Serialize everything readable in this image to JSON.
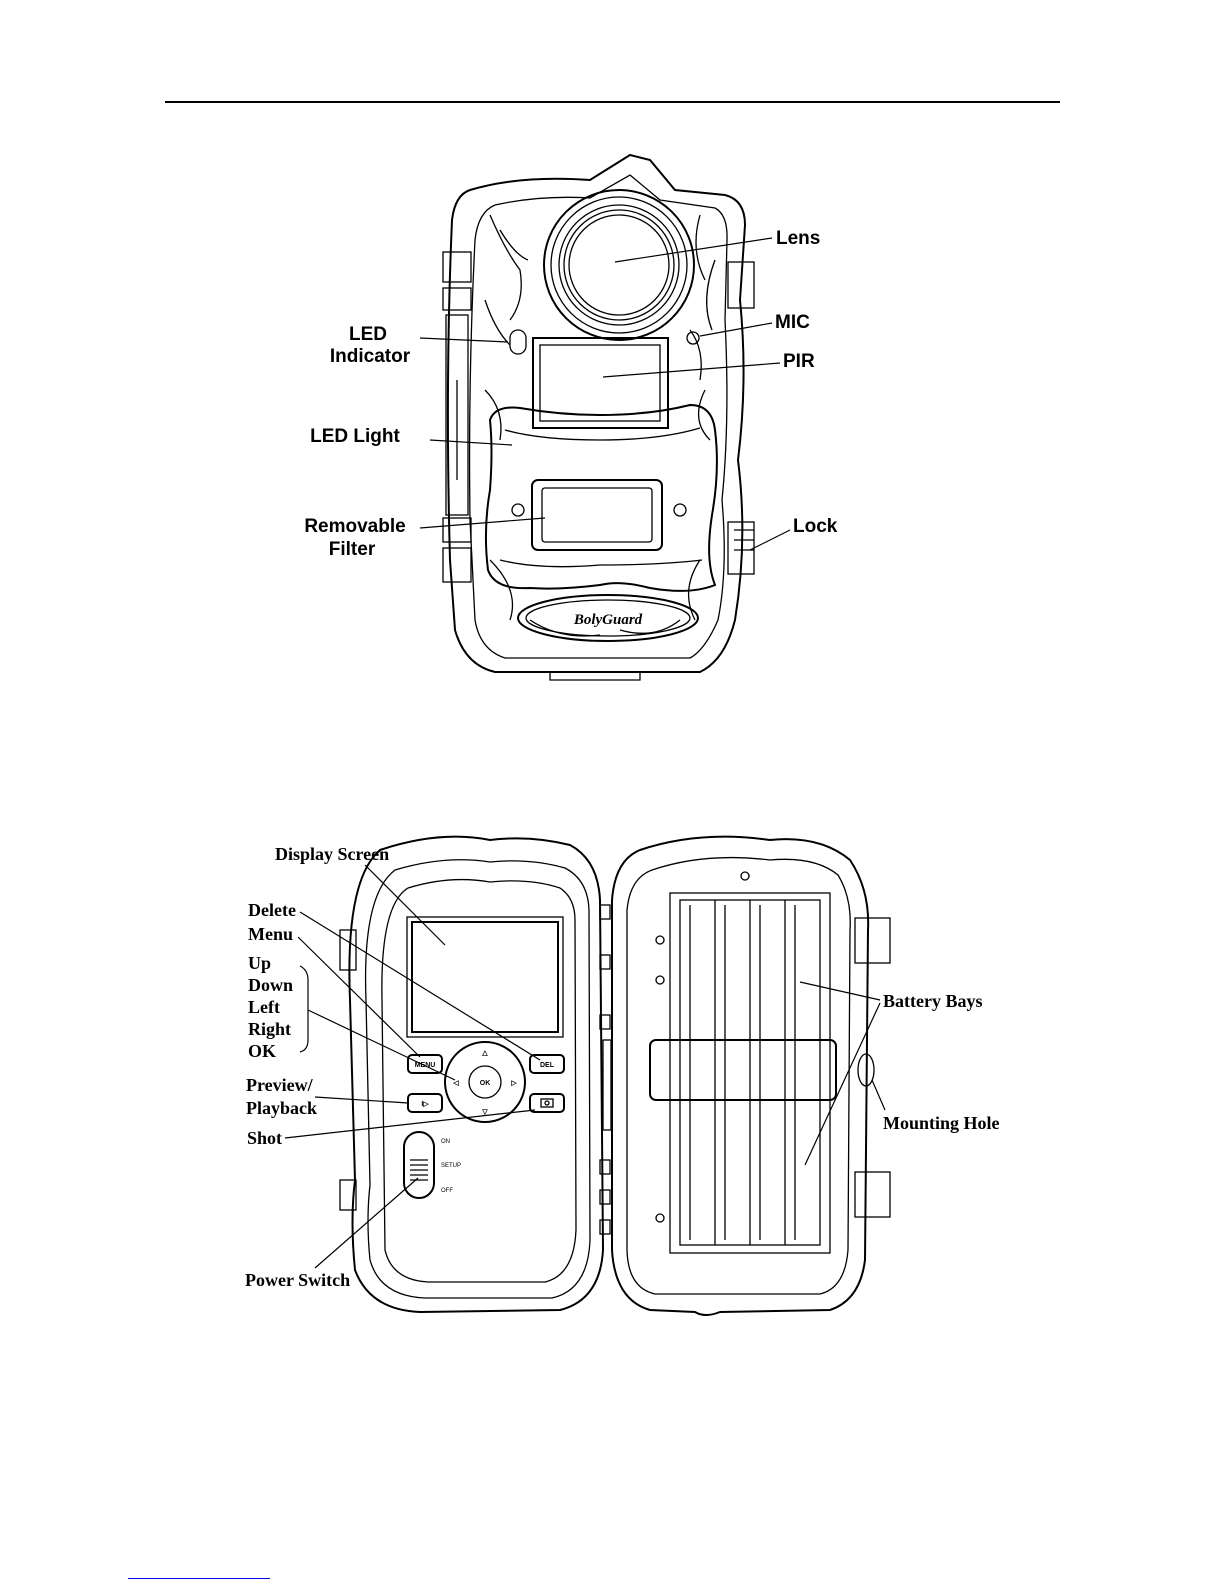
{
  "brand": "BolyGuard",
  "front_view": {
    "labels": {
      "lens": "Lens",
      "mic": "MIC",
      "led_indicator_1": "LED",
      "led_indicator_2": "Indicator",
      "pir": "PIR",
      "led_light": "LED Light",
      "removable_filter_1": "Removable",
      "removable_filter_2": "Filter",
      "lock": "Lock"
    }
  },
  "open_view": {
    "labels": {
      "display_screen": "Display Screen",
      "delete": "Delete",
      "menu": "Menu",
      "up": "Up",
      "down": "Down",
      "left": "Left",
      "right": "Right",
      "ok": "OK",
      "preview_1": "Preview/",
      "preview_2": "Playback",
      "shot": "Shot",
      "power_switch": "Power Switch",
      "battery_bays": "Battery Bays",
      "mounting_hole": "Mounting Hole"
    },
    "buttons": {
      "menu": "MENU",
      "del": "DEL",
      "ok": "OK"
    },
    "switch_positions": {
      "on": "ON",
      "setup": "SETUP",
      "off": "OFF"
    }
  },
  "footnote_link": ""
}
